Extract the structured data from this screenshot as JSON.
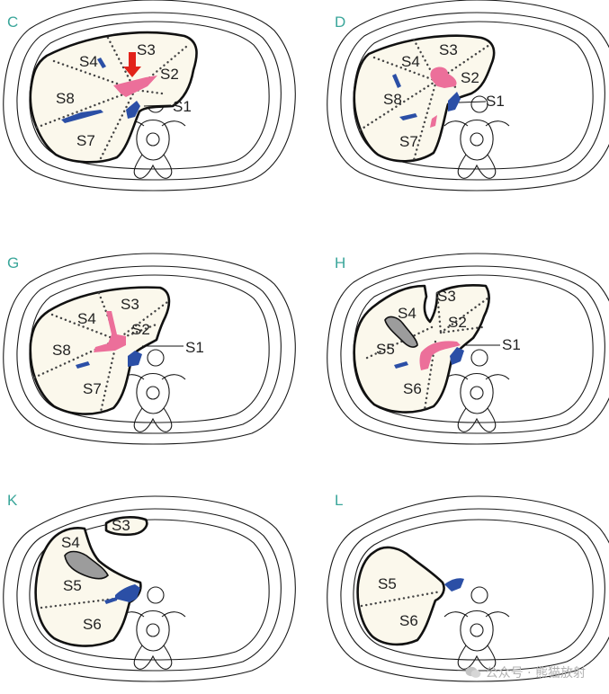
{
  "panels": [
    {
      "letter": "C",
      "labels": [
        "S3",
        "S4",
        "S2",
        "S8",
        "S1",
        "S7"
      ]
    },
    {
      "letter": "D",
      "labels": [
        "S3",
        "S4",
        "S2",
        "S8",
        "S1",
        "S7"
      ]
    },
    {
      "letter": "G",
      "labels": [
        "S3",
        "S4",
        "S2",
        "S8",
        "S1",
        "S7"
      ]
    },
    {
      "letter": "H",
      "labels": [
        "S3",
        "S4",
        "S2",
        "S5",
        "S1",
        "S6"
      ]
    },
    {
      "letter": "K",
      "labels": [
        "S3",
        "S4",
        "S5",
        "S6"
      ]
    },
    {
      "letter": "L",
      "labels": [
        "S5",
        "S6"
      ]
    }
  ],
  "colors": {
    "hepatic_vein": "#2b4fa6",
    "portal_vein": "#ec6f9a",
    "gallbladder": "#9c9c9c",
    "arrow": "#e2231a",
    "panel_letter": "#3aa69a"
  },
  "watermark": "公众号 · 熊猫放射"
}
